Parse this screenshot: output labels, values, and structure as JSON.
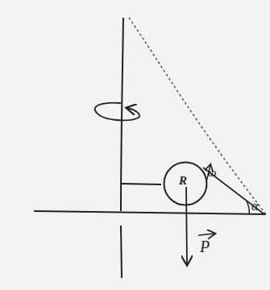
{
  "diagram": {
    "nodes": [
      {
        "text": [
          "R"
        ]
      }
    ],
    "labels": [
      "ω",
      "α",
      "P"
    ]
  }
}
